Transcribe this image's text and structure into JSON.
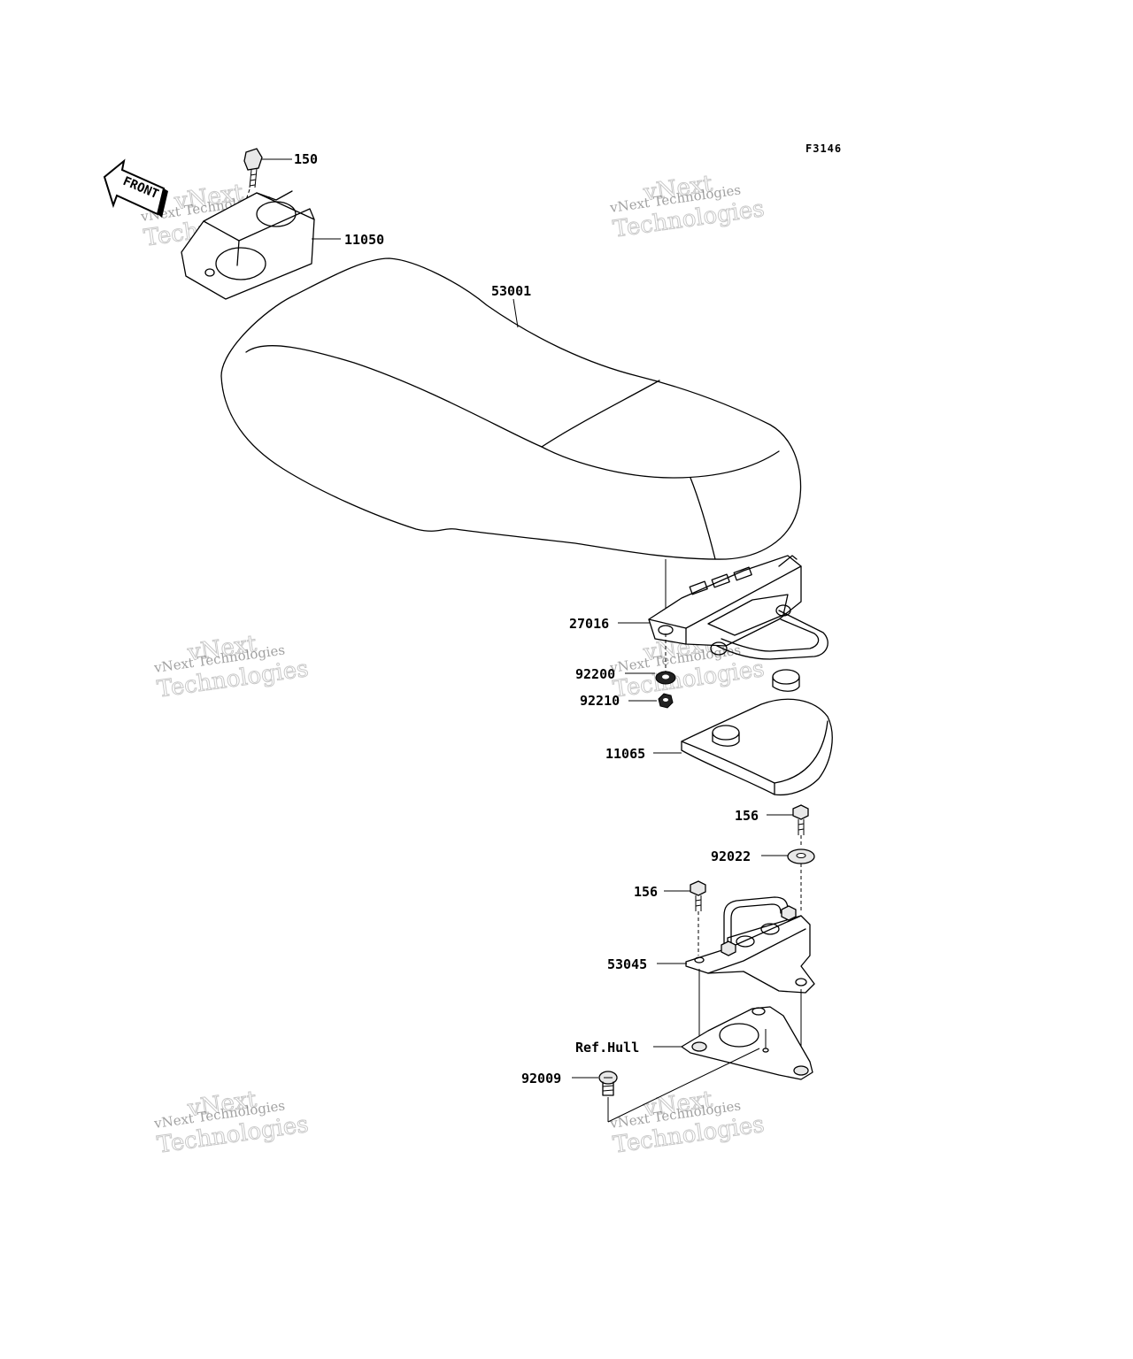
{
  "figure_code": "F3146",
  "front_label": "FRONT",
  "watermark": {
    "line1": "vNext Technologies",
    "line2": "vNext",
    "line3": "Technologies"
  },
  "parts": [
    {
      "id": "p150",
      "number": "150"
    },
    {
      "id": "p11050",
      "number": "11050"
    },
    {
      "id": "p53001",
      "number": "53001"
    },
    {
      "id": "p27016",
      "number": "27016"
    },
    {
      "id": "p92200",
      "number": "92200"
    },
    {
      "id": "p92210",
      "number": "92210"
    },
    {
      "id": "p11065",
      "number": "11065"
    },
    {
      "id": "p156a",
      "number": "156"
    },
    {
      "id": "p92022",
      "number": "92022"
    },
    {
      "id": "p156b",
      "number": "156"
    },
    {
      "id": "p53045",
      "number": "53045"
    },
    {
      "id": "pRefHull",
      "number": "Ref.Hull"
    },
    {
      "id": "p92009",
      "number": "92009"
    }
  ]
}
